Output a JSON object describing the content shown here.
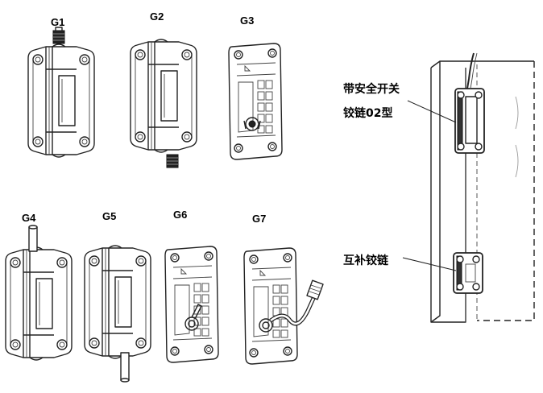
{
  "labels": {
    "g1": "G1",
    "g2": "G2",
    "g3": "G3",
    "g4": "G4",
    "g5": "G5",
    "g6": "G6",
    "g7": "G7"
  },
  "callouts": {
    "safety_hinge_line1": "带安全开关",
    "safety_hinge_line2": "铰链02型",
    "complementary_hinge": "互补铰链"
  }
}
